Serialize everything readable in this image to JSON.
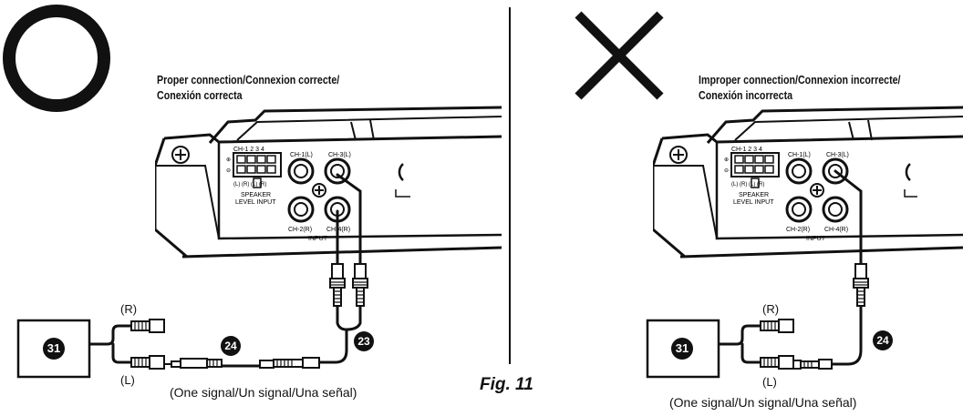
{
  "figure": {
    "label": "Fig. 11"
  },
  "left_panel": {
    "mark": "circle-mark",
    "title_line1": "Proper connection/Connexion correcte/",
    "title_line2": "Conexión correcta",
    "label_r": "(R)",
    "label_l": "(L)",
    "caption": "(One signal/Un signal/Una señal)",
    "callout_source": "31",
    "callout_cable": "24",
    "callout_ycable": "23"
  },
  "right_panel": {
    "mark": "cross-mark",
    "title_line1": "Improper connection/Connexion incorrecte/",
    "title_line2": "Conexión incorrecta",
    "label_r": "(R)",
    "label_l": "(L)",
    "caption": "(One signal/Un signal/Una señal)",
    "callout_source": "31",
    "callout_cable": "24"
  },
  "amplifier_panel": {
    "ch_header": "CH-1   2   3   4",
    "speaker_label_1": "SPEAKER",
    "speaker_label_2": "LEVEL INPUT",
    "jack_ch1": "CH-1(L)",
    "jack_ch3": "CH-3(L)",
    "jack_ch2": "CH-2(R)",
    "jack_ch4": "CH-4(R)",
    "input_label": "INPUT",
    "lr_label": "(L) (R)   (L) (R)"
  }
}
